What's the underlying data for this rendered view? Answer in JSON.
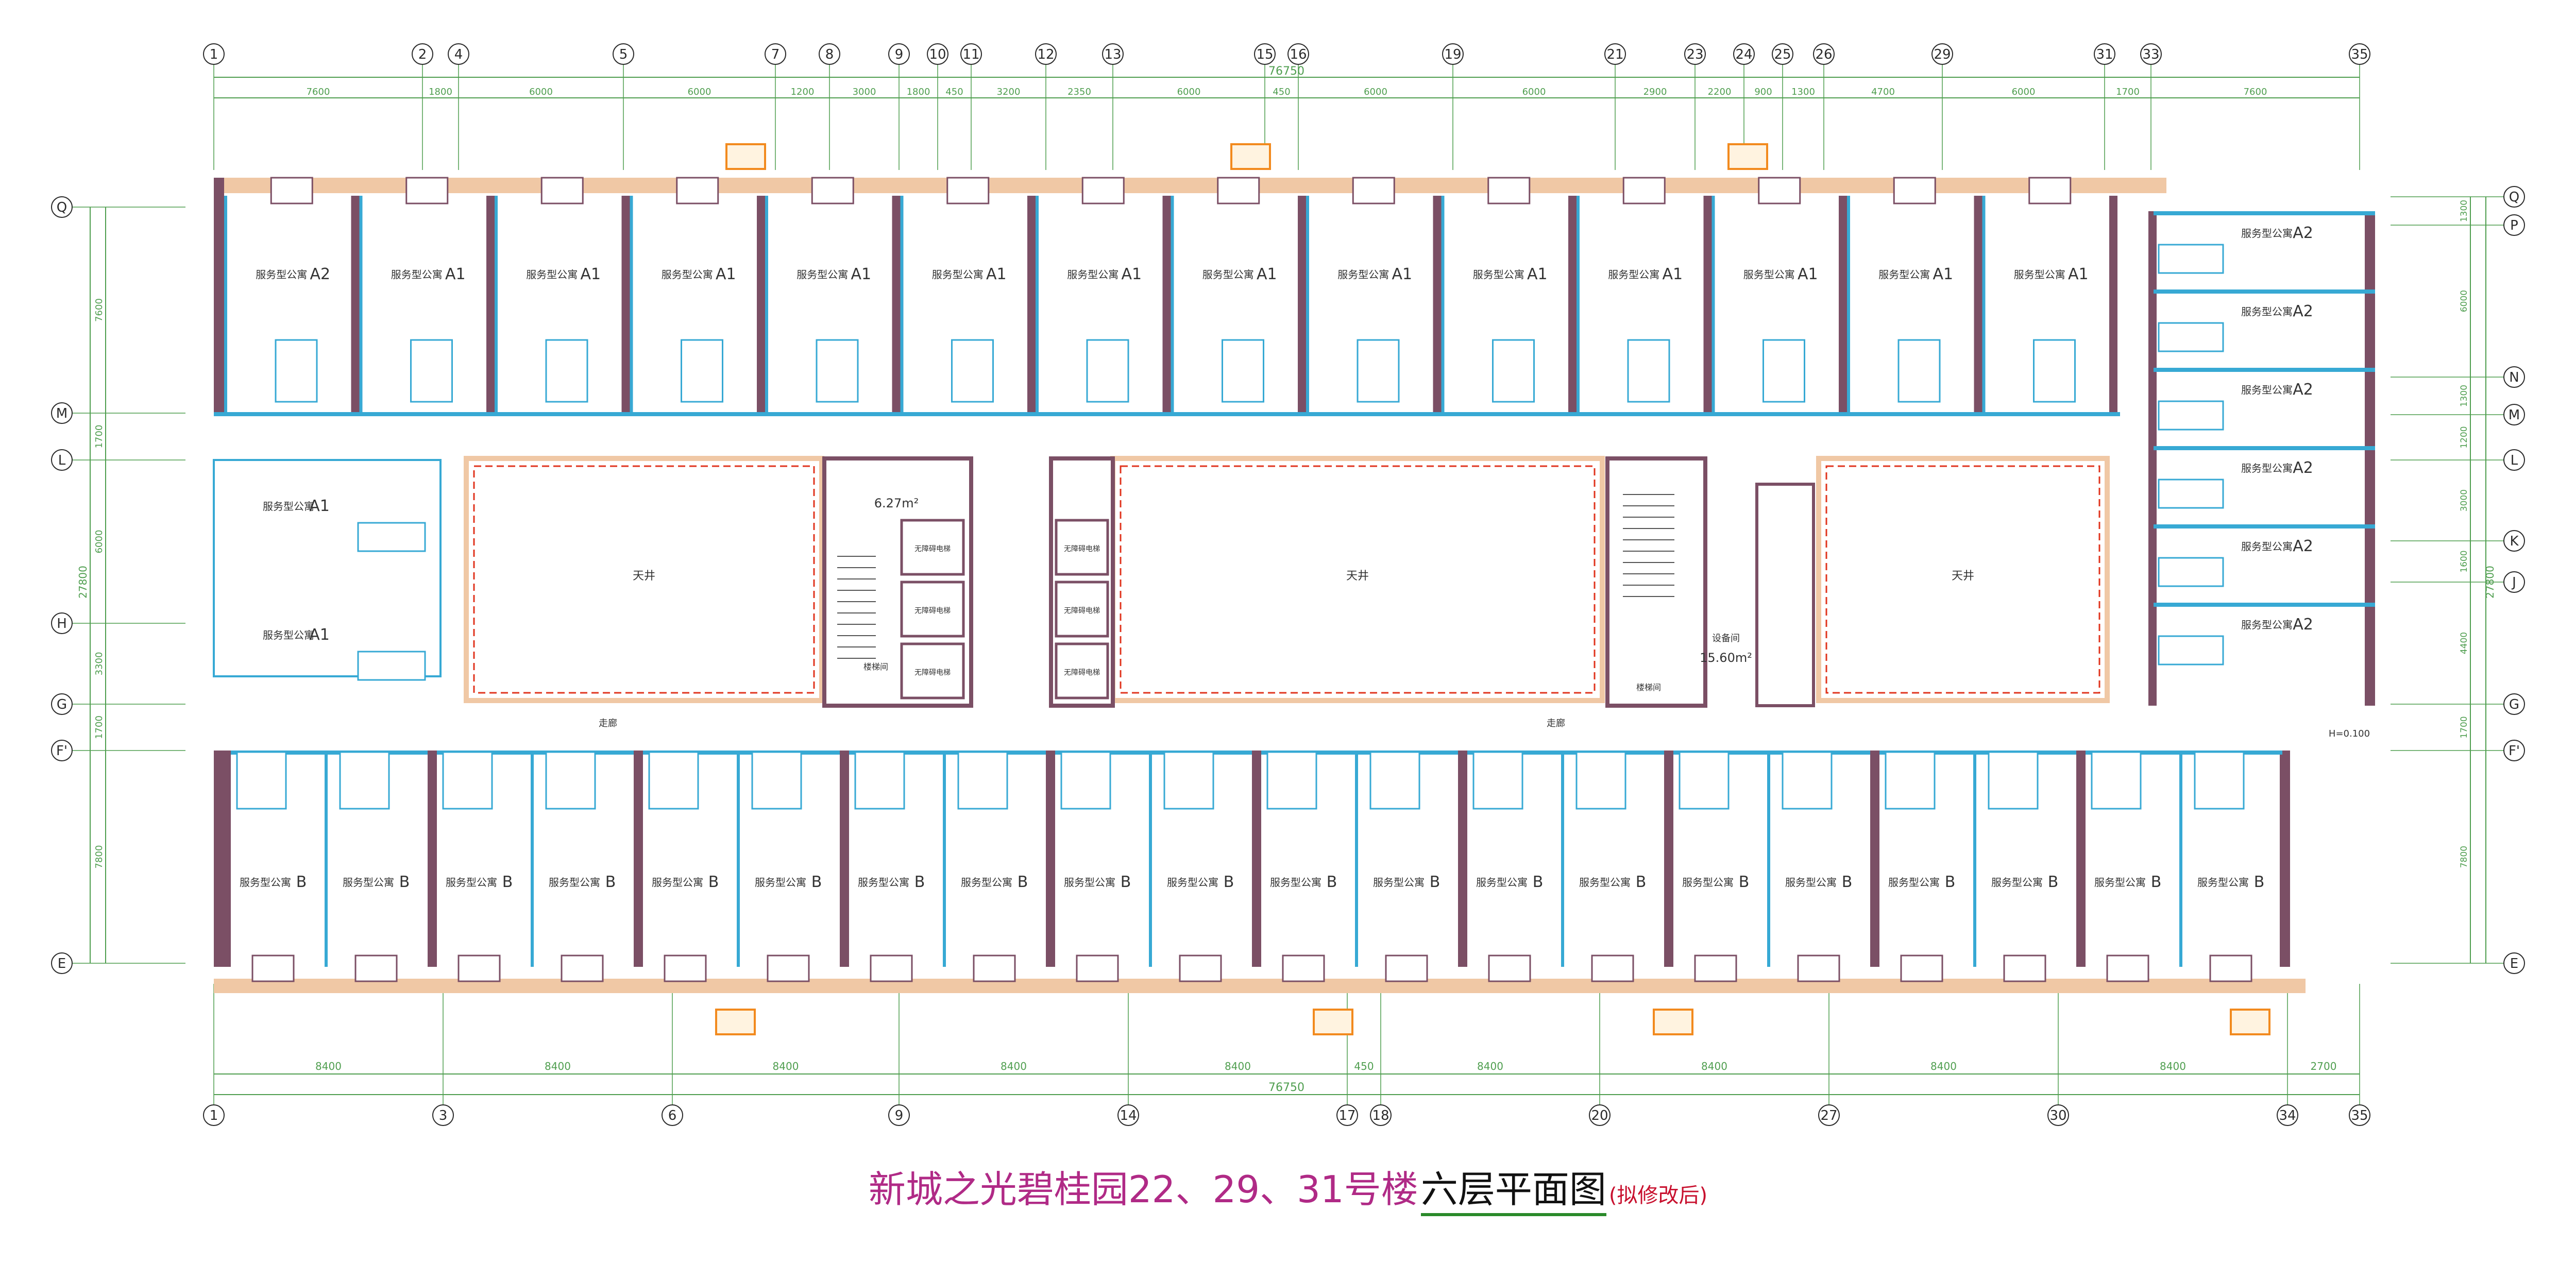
{
  "title": {
    "main": "新城之光碧桂园22、29、31号楼",
    "floor": "六层平面图",
    "note": "(拟修改后)"
  },
  "axes": {
    "top": [
      "1",
      "2",
      "4",
      "5",
      "7",
      "8",
      "9",
      "10",
      "11",
      "12",
      "13",
      "15",
      "16",
      "19",
      "21",
      "23",
      "24",
      "25",
      "26",
      "29",
      "31",
      "33",
      "35"
    ],
    "bottom": [
      "1",
      "3",
      "6",
      "9",
      "14",
      "17",
      "18",
      "20",
      "27",
      "30",
      "34",
      "35"
    ],
    "left": [
      "Q",
      "M",
      "L",
      "H",
      "G",
      "F'",
      "E"
    ],
    "right": [
      "Q",
      "P",
      "N",
      "M",
      "L",
      "K",
      "J",
      "G",
      "F'",
      "E"
    ]
  },
  "dimensions": {
    "top_total": "76750",
    "top_segments": [
      "7600",
      "1800",
      "6000",
      "6000",
      "1200",
      "3000",
      "1800",
      "450",
      "3200",
      "2350",
      "6000",
      "450",
      "6000",
      "6000",
      "2900",
      "2200",
      "900",
      "1300",
      "4700",
      "6000",
      "1700",
      "7600"
    ],
    "bottom_segments": [
      "8400",
      "8400",
      "8400",
      "8400",
      "8400",
      "450",
      "8400",
      "8400",
      "8400",
      "8400",
      "2700"
    ],
    "bottom_total": "76750",
    "left_vertical": [
      "7600",
      "1700",
      "6000",
      "3300",
      "1700",
      "7800"
    ],
    "left_total": "27800",
    "right_vertical": [
      "1300",
      "6000",
      "1300",
      "1200",
      "3000",
      "1600",
      "4400",
      "1700",
      "7800"
    ],
    "right_total": "27800"
  },
  "units": {
    "top_row": [
      "A2",
      "A1",
      "A1",
      "A1",
      "A1",
      "A1",
      "A1",
      "A1",
      "A1",
      "A1",
      "A1",
      "A1",
      "A1",
      "A1"
    ],
    "west_wing": [
      "A1",
      "A1"
    ],
    "east_wing": [
      "A2",
      "A2",
      "A2",
      "A2",
      "A2",
      "A2"
    ],
    "bottom_row": [
      "B",
      "B",
      "B",
      "B",
      "B",
      "B",
      "B",
      "B",
      "B",
      "B",
      "B",
      "B",
      "B",
      "B",
      "B",
      "B",
      "B",
      "B",
      "B",
      "B"
    ],
    "room_label": "服务型公寓"
  },
  "core": {
    "areas": [
      "6.27m²",
      "15.60m²"
    ],
    "courtyard": "天井",
    "corridor": "走廊",
    "lift": "无障碍电梯",
    "stair": "楼梯间",
    "equip": "设备间",
    "elevation": "H=0.100"
  },
  "colors": {
    "wall": "#7b4f65",
    "partition": "#37a9d4",
    "axis": "#2a2a2a",
    "dim": "#4f9e4f",
    "accent": "#b02a86",
    "red": "#e0341e",
    "orange": "#f28a1e",
    "slab": "#f0c8a5"
  }
}
